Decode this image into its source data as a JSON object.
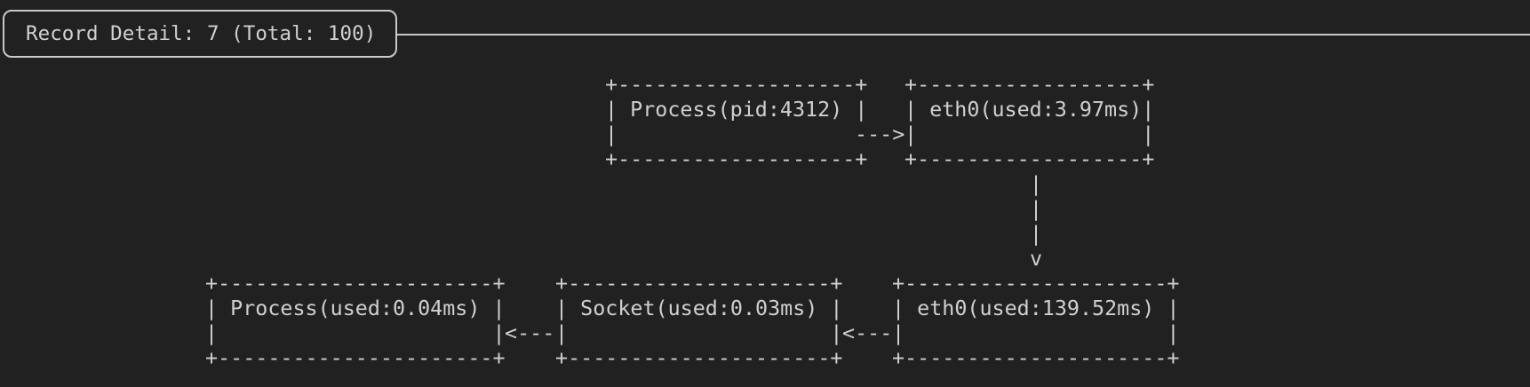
{
  "colors": {
    "background": "#212121",
    "foreground": "#d0d0d0",
    "border": "#c9c9c9"
  },
  "header": {
    "title": "Record Detail: 7 (Total: 100)",
    "record_index": "7",
    "record_total": "100"
  },
  "diagram": {
    "boxes": [
      {
        "id": "process-pid",
        "label": "Process(pid:4312)",
        "lines": [
          "+-------------------+",
          "| Process(pid:4312) |",
          "|",
          "+-------------------+"
        ]
      },
      {
        "id": "eth0-up",
        "label": "eth0(used:3.97ms)",
        "lines": [
          "+------------------+",
          "| eth0(used:3.97ms)|",
          "|                  |",
          "+------------------+"
        ]
      },
      {
        "id": "process-used",
        "label": "Process(used:0.04ms)",
        "lines": [
          "+----------------------+",
          "| Process(used:0.04ms) |",
          "|                      |",
          "+----------------------+"
        ]
      },
      {
        "id": "socket",
        "label": "Socket(used:0.03ms)",
        "lines": [
          "+---------------------+",
          "| Socket(used:0.03ms) |",
          "|                     |",
          "+---------------------+"
        ]
      },
      {
        "id": "eth0-down",
        "label": "eth0(used:139.52ms)",
        "lines": [
          "+---------------------+",
          "| eth0(used:139.52ms) |",
          "|                     |",
          "+---------------------+"
        ]
      }
    ],
    "connectors": [
      {
        "id": "arrow-right",
        "glyph": "--->",
        "from": "Process(pid:4312)",
        "to": "eth0(used:3.97ms)"
      },
      {
        "id": "arrow-down",
        "lines": [
          "|",
          "|",
          "|",
          "v"
        ],
        "from": "eth0(used:3.97ms)",
        "to": "eth0(used:139.52ms)"
      },
      {
        "id": "arrow-left-1",
        "glyph": "<---",
        "from": "Socket(used:0.03ms)",
        "to": "Process(used:0.04ms)"
      },
      {
        "id": "arrow-left-2",
        "glyph": "<---",
        "from": "eth0(used:139.52ms)",
        "to": "Socket(used:0.03ms)"
      }
    ]
  }
}
